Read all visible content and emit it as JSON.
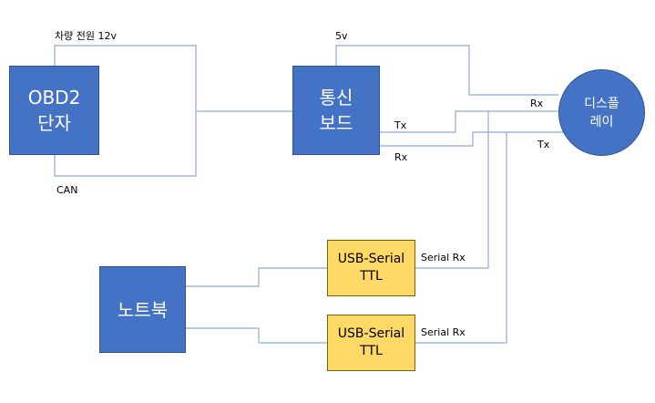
{
  "nodes": {
    "obd2": "OBD2\n단자",
    "comm_board": "통신\n보드",
    "display": "디스플\n레이",
    "laptop": "노트북",
    "usb_serial_1": "USB-Serial\nTTL",
    "usb_serial_2": "USB-Serial\nTTL"
  },
  "labels": {
    "vehicle_power": "차량 전원 12v",
    "can": "CAN",
    "five_v": "5v",
    "board_tx": "Tx",
    "board_rx": "Rx",
    "display_rx": "Rx",
    "display_tx": "Tx",
    "serial_rx_1": "Serial Rx",
    "serial_rx_2": "Serial Rx"
  },
  "colors": {
    "node_blue": "#4472c4",
    "node_yellow": "#ffd966",
    "wire": "#8faadc"
  }
}
